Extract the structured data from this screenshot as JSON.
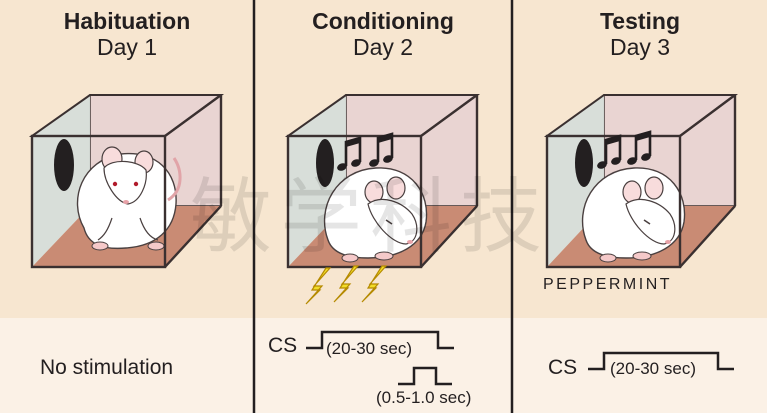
{
  "colors": {
    "background": "#f7e6d0",
    "lower_band": "#fbf1e6",
    "divider": "#231f20",
    "floor": "#c98b74",
    "glass_back": "#e9d4d2",
    "glass_side": "#d6ddd9",
    "spark": "#f2dd28",
    "text": "#231f20"
  },
  "panels": [
    {
      "title": "Habituation",
      "day": "Day 1",
      "description": "No stimulation"
    },
    {
      "title": "Conditioning",
      "day": "Day 2",
      "cs_label": "CS",
      "cs_duration": "(20-30 sec)",
      "us_duration": "(0.5-1.0 sec)"
    },
    {
      "title": "Testing",
      "day": "Day 3",
      "odor_label": "PEPPERMINT",
      "cs_label": "CS",
      "cs_duration": "(20-30 sec)"
    }
  ],
  "icons": [
    "speaker-icon",
    "music-note-icon",
    "lightning-bolt-icon",
    "mouse-icon"
  ],
  "watermark": "敏学科技"
}
